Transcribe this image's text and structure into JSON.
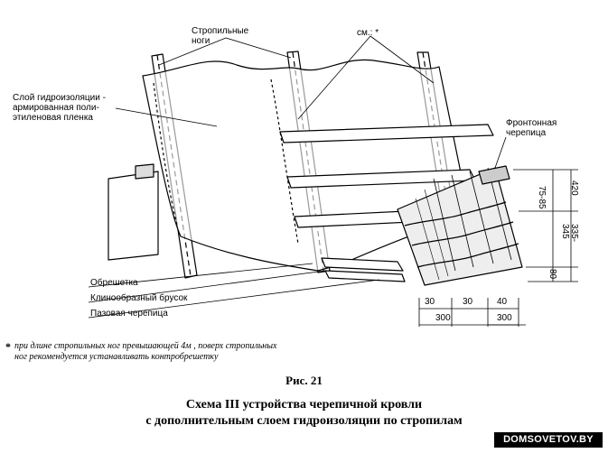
{
  "labels": {
    "rafters": "Стропильные\nноги",
    "see_note": "см.: *",
    "membrane": "Слой гидроизоляции -\nармированная поли-\nэтиленовая пленка",
    "gable_tile": "Фронтонная\nчерепица",
    "batten": "Обрешетка",
    "wedge": "Клинообразный брусок",
    "grooved_tile": "Пазовая черепица"
  },
  "dimensions": {
    "d420": "420",
    "d75_85": "75-85",
    "d335_345": "335-345",
    "d80": "80",
    "d30a": "30",
    "d30b": "30",
    "d40": "40",
    "d300a": "300",
    "d300b": "300"
  },
  "note": {
    "star": "*",
    "text": "при длине стропильных ног превышающей 4м , поверх стропильных\nног рекомендуется устанавливать контробрешетку"
  },
  "figure_label": "Рис. 21",
  "caption_line1": "Схема III устройства черепичной кровли",
  "caption_line2": "с дополнительным слоем гидроизоляции по стропилам",
  "watermark": "DOMSOVETOV.BY"
}
